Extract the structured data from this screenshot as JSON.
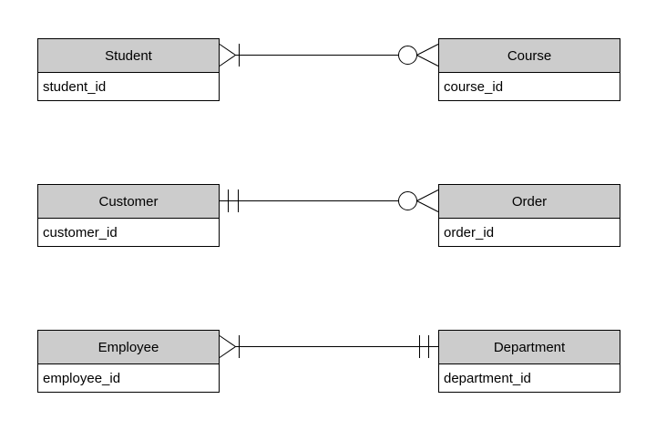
{
  "diagram": {
    "type": "entity-relationship-diagram",
    "notation": "crows-foot",
    "colors": {
      "background": "#ffffff",
      "entity_header_fill": "#cccccc",
      "border": "#000000",
      "text": "#000000"
    },
    "entities": [
      {
        "name": "Student",
        "attributes": [
          "student_id"
        ]
      },
      {
        "name": "Course",
        "attributes": [
          "course_id"
        ]
      },
      {
        "name": "Customer",
        "attributes": [
          "customer_id"
        ]
      },
      {
        "name": "Order",
        "attributes": [
          "order_id"
        ]
      },
      {
        "name": "Employee",
        "attributes": [
          "employee_id"
        ]
      },
      {
        "name": "Department",
        "attributes": [
          "department_id"
        ]
      }
    ],
    "relationships": [
      {
        "left_entity": "Student",
        "right_entity": "Course",
        "left_end_cardinality": "one or many",
        "right_end_cardinality": "zero or many"
      },
      {
        "left_entity": "Customer",
        "right_entity": "Order",
        "left_end_cardinality": "one and only one",
        "right_end_cardinality": "zero or many"
      },
      {
        "left_entity": "Employee",
        "right_entity": "Department",
        "left_end_cardinality": "one or many",
        "right_end_cardinality": "one and only one"
      }
    ]
  }
}
